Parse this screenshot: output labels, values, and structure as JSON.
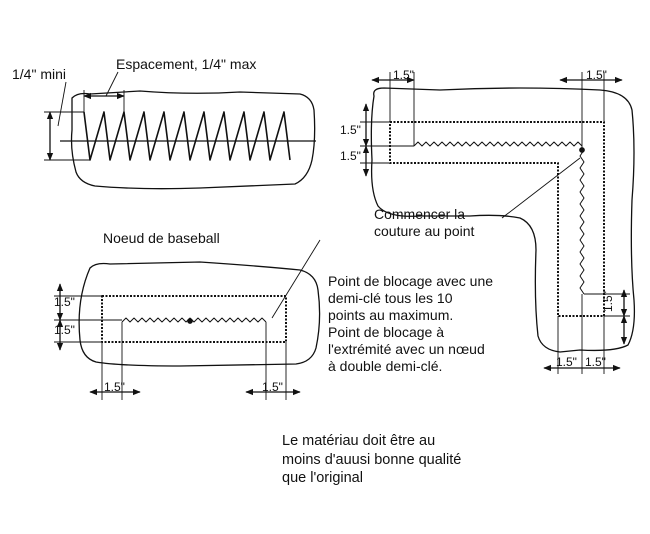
{
  "labels": {
    "min_quarter": "1/4\" mini",
    "spacing": "Espacement, 1/4\" max",
    "baseball_knot": "Noeud de baseball",
    "start_line1": "Commencer la",
    "start_line2": "couture au point",
    "lock_line1": "Point de blocage avec une",
    "lock_line2": "demi-clé tous les 10",
    "lock_line3": "points au maximum.",
    "lock_line4": "Point de blocage à",
    "lock_line5": "l'extrémité avec un nœud",
    "lock_line6": "à double demi-clé.",
    "material_line1": "Le matériau doit être au",
    "material_line2": "moins d'auusi bonne qualité",
    "material_line3": "que l'original"
  },
  "dims": {
    "d1": "1.5\"",
    "d2": "1.5\"",
    "d3": "1.5\"",
    "d4": "1.5\"",
    "d5": "1.5\"",
    "d6": "1.5\"",
    "d7": "1.5\"",
    "d8": "1.5\"",
    "d9": "1.5\"",
    "d10": "1.5\"",
    "d11": "1.5\""
  }
}
